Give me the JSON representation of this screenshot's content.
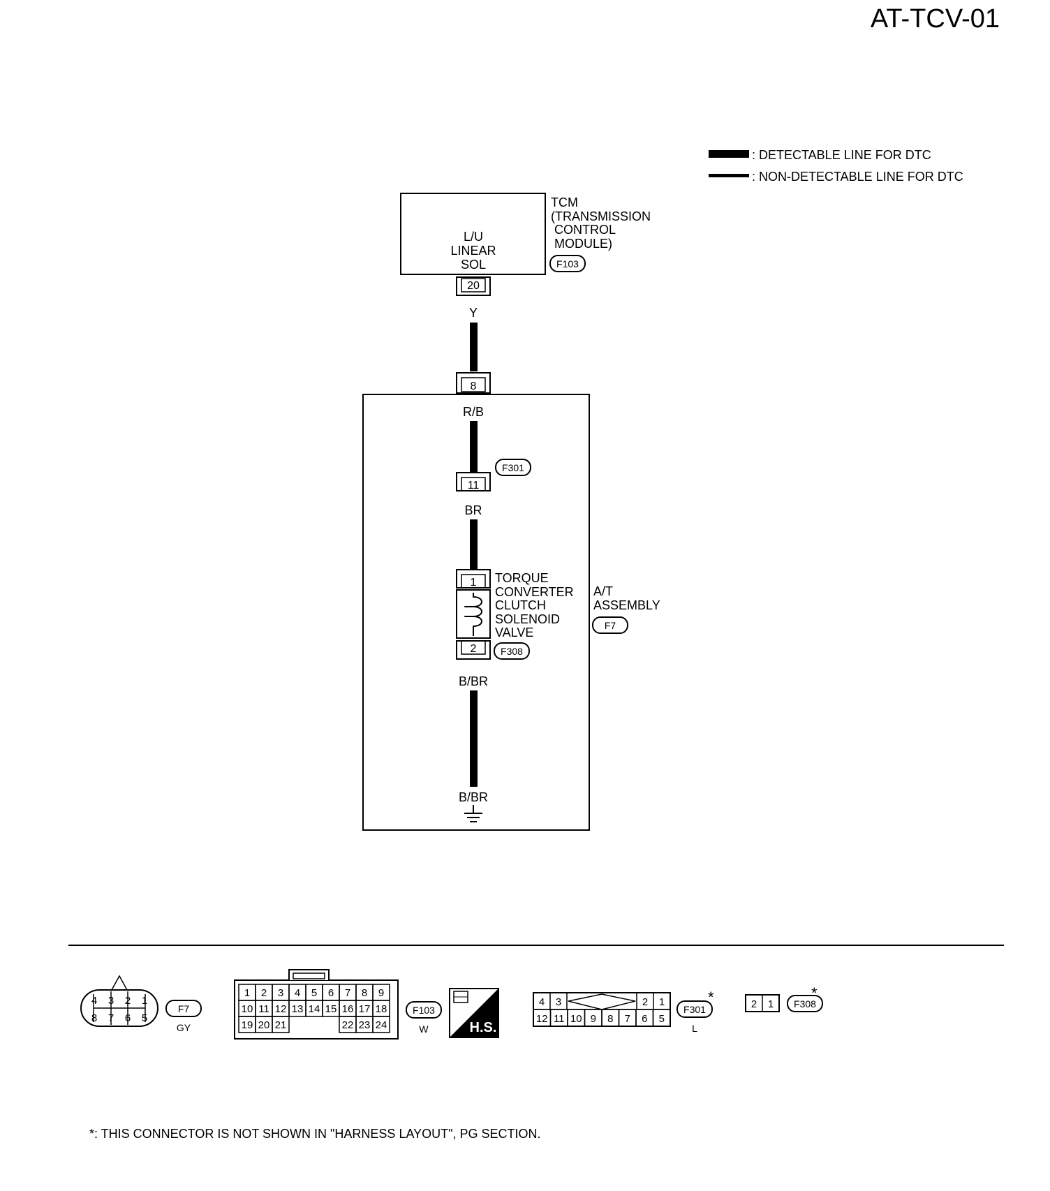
{
  "page_title": "AT-TCV-01",
  "legend": {
    "detectable": ": DETECTABLE LINE FOR DTC",
    "non_detectable": ": NON-DETECTABLE LINE FOR DTC"
  },
  "tcm": {
    "name_lines": [
      "TCM",
      "(TRANSMISSION",
      "CONTROL",
      "MODULE)"
    ],
    "connector": "F103",
    "internal_lines": [
      "L/U",
      "LINEAR",
      "SOL"
    ],
    "terminal": "20"
  },
  "wires": {
    "tcm_out": "Y",
    "assembly_in": "R/B",
    "to_solenoid": "BR",
    "solenoid_out": "B/BR",
    "ground": "B/BR"
  },
  "assembly": {
    "name_lines": [
      "A/T",
      "ASSEMBLY"
    ],
    "connector": "F7",
    "entry_terminal": "8"
  },
  "intermediate_connector": {
    "id": "F301",
    "terminal": "11"
  },
  "solenoid": {
    "name_lines": [
      "TORQUE",
      "CONVERTER",
      "CLUTCH",
      "SOLENOID",
      "VALVE"
    ],
    "connector": "F308",
    "terminal_top": "1",
    "terminal_bottom": "2"
  },
  "connector_views": [
    {
      "id": "F7",
      "color": "GY",
      "rows": [
        [
          "4",
          "3",
          "2",
          "1"
        ],
        [
          "8",
          "7",
          "6",
          "5"
        ]
      ]
    },
    {
      "id": "F103",
      "color": "W",
      "rows": [
        [
          "1",
          "2",
          "3",
          "4",
          "5",
          "6",
          "7",
          "8",
          "9"
        ],
        [
          "10",
          "11",
          "12",
          "13",
          "14",
          "15",
          "16",
          "17",
          "18"
        ],
        [
          "19",
          "20",
          "21",
          "22",
          "23",
          "24"
        ]
      ]
    },
    {
      "id": "F301",
      "color": "L",
      "rows": [
        [
          "4",
          "3",
          "2",
          "1"
        ],
        [
          "12",
          "11",
          "10",
          "9",
          "8",
          "7",
          "6",
          "5"
        ]
      ]
    },
    {
      "id": "F308",
      "color": "",
      "rows": [
        [
          "2",
          "1"
        ]
      ]
    }
  ],
  "hs_badge": "H.S.",
  "asterisk": "*",
  "footnote": "*: THIS CONNECTOR IS NOT SHOWN IN \"HARNESS LAYOUT\", PG SECTION."
}
